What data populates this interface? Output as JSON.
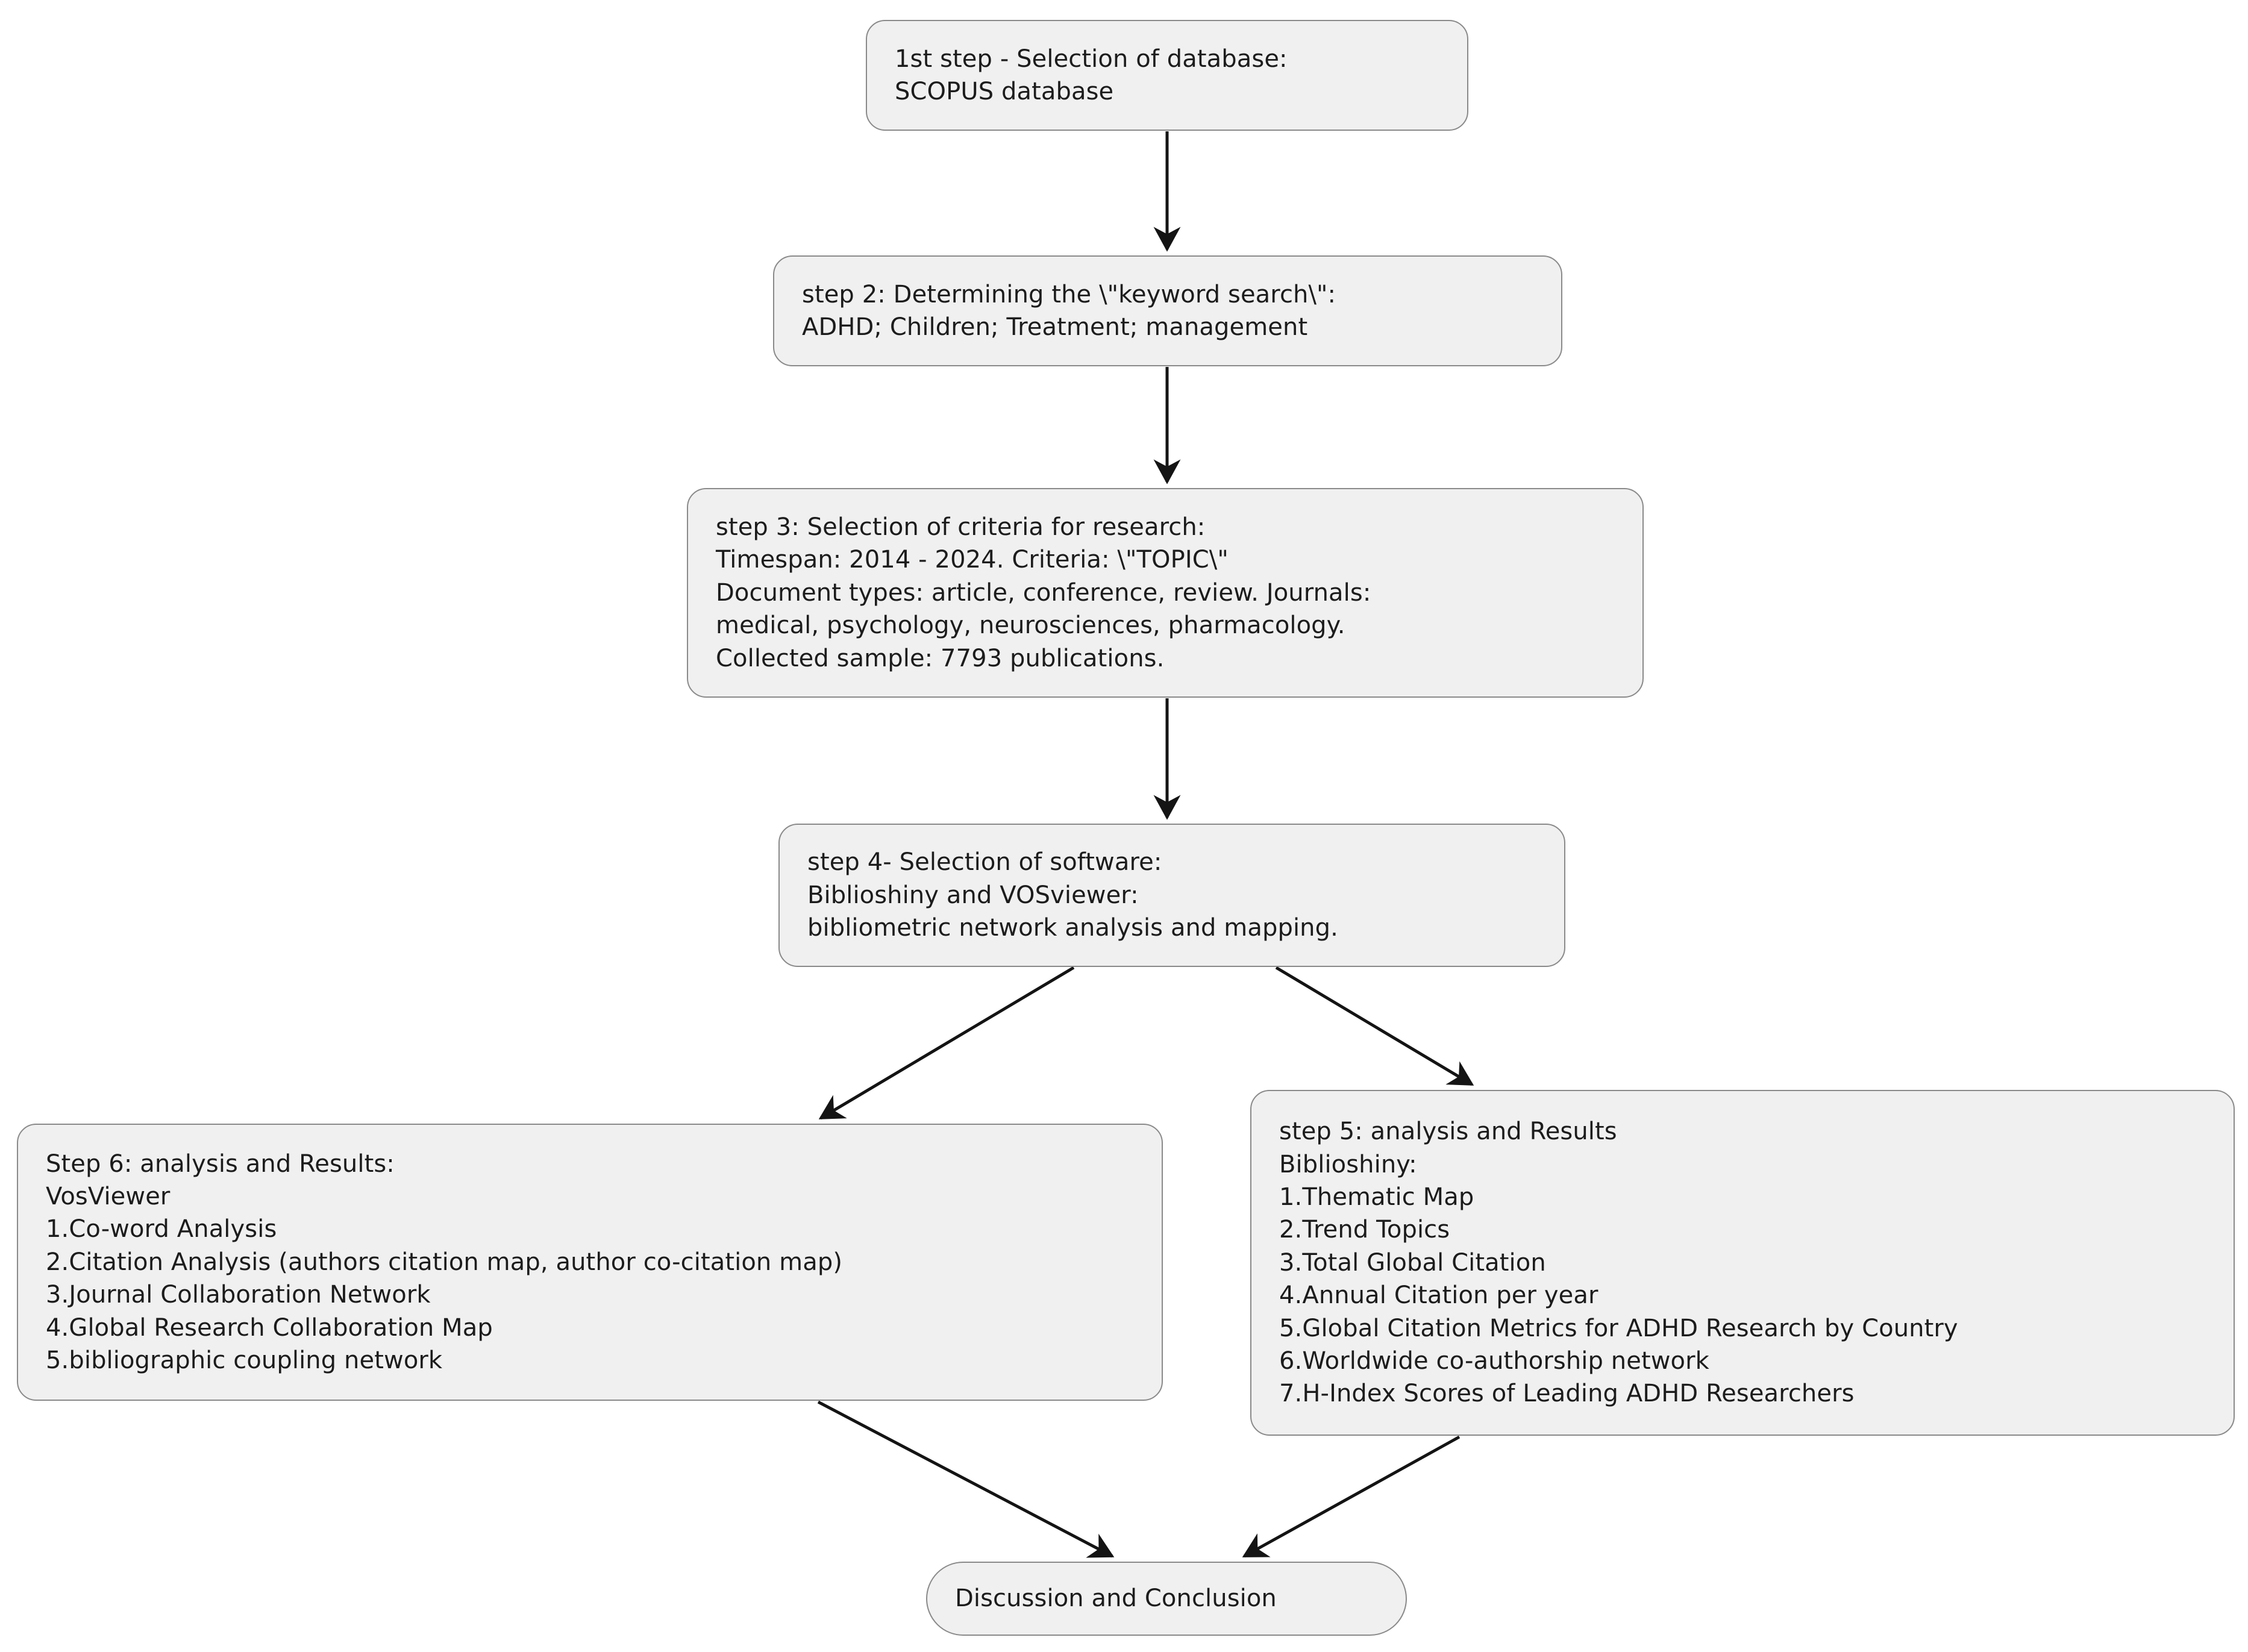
{
  "diagram": {
    "type": "flowchart",
    "orientation": "top-down",
    "theme": {
      "node_fill": "#f0f0f0",
      "node_border": "#8a8a8a",
      "text_color": "#1c1c1c",
      "edge_color": "#1a1a1a",
      "background": "#ffffff"
    },
    "nodes": [
      {
        "id": "step1",
        "name": "step-1-selection-of-database",
        "lines": [
          "1st step - Selection of database:",
          "SCOPUS database"
        ]
      },
      {
        "id": "step2",
        "name": "step-2-keyword-search",
        "lines": [
          "step 2: Determining the \\\"keyword search\\\":",
          "ADHD; Children; Treatment; management"
        ]
      },
      {
        "id": "step3",
        "name": "step-3-selection-of-criteria",
        "lines": [
          "step 3: Selection of criteria for research:",
          "Timespan: 2014 - 2024. Criteria: \\\"TOPIC\\\"",
          "Document types: article, conference, review. Journals:",
          "medical, psychology, neurosciences, pharmacology.",
          "Collected sample: 7793 publications."
        ]
      },
      {
        "id": "step4",
        "name": "step-4-selection-of-software",
        "lines": [
          "step 4- Selection of software:",
          "Biblioshiny and VOSviewer:",
          "bibliometric network analysis and mapping."
        ]
      },
      {
        "id": "step6",
        "name": "step-6-analysis-and-results-vosviewer",
        "lines": [
          "Step 6: analysis and Results:",
          "VosViewer",
          "1.Co-word Analysis",
          "2.Citation Analysis (authors citation map, author co-citation map)",
          "3.Journal Collaboration Network",
          "4.Global Research Collaboration Map",
          "5.bibliographic coupling network"
        ]
      },
      {
        "id": "step5",
        "name": "step-5-analysis-and-results-biblioshiny",
        "lines": [
          "step 5: analysis and Results",
          "Biblioshiny:",
          "1.Thematic Map",
          "2.Trend Topics",
          "3.Total Global Citation",
          "4.Annual Citation per year",
          "5.Global Citation Metrics for ADHD Research by Country",
          "6.Worldwide co-authorship network",
          "7.H-Index Scores of Leading ADHD Researchers"
        ]
      },
      {
        "id": "conclusion",
        "name": "discussion-and-conclusion",
        "lines": [
          "Discussion and Conclusion"
        ]
      }
    ],
    "edges": [
      {
        "name": "edge-step1-to-step2",
        "from": "step1",
        "to": "step2"
      },
      {
        "name": "edge-step2-to-step3",
        "from": "step2",
        "to": "step3"
      },
      {
        "name": "edge-step3-to-step4",
        "from": "step3",
        "to": "step4"
      },
      {
        "name": "edge-step4-to-step6",
        "from": "step4",
        "to": "step6"
      },
      {
        "name": "edge-step4-to-step5",
        "from": "step4",
        "to": "step5"
      },
      {
        "name": "edge-step6-to-conclusion",
        "from": "step6",
        "to": "conclusion"
      },
      {
        "name": "edge-step5-to-conclusion",
        "from": "step5",
        "to": "conclusion"
      }
    ]
  }
}
